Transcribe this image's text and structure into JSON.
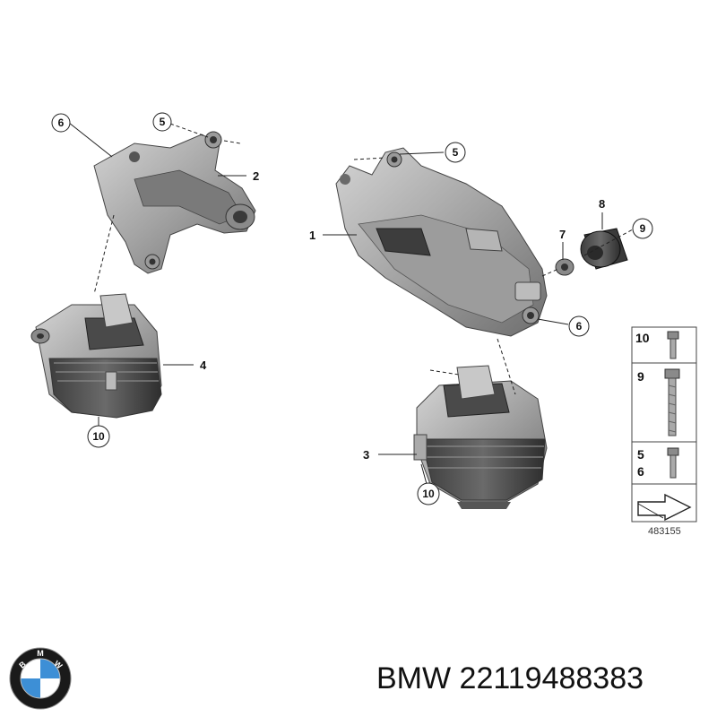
{
  "callouts": {
    "c6a": "6",
    "c5a": "5",
    "c2": "2",
    "c10a": "10",
    "c4": "4",
    "c5b": "5",
    "c1": "1",
    "c8": "8",
    "c7": "7",
    "c9": "9",
    "c6b": "6",
    "c3": "3",
    "c10b": "10"
  },
  "key_panel": {
    "row1": "10",
    "row2": "9",
    "row3a": "5",
    "row3b": "6"
  },
  "reference_number": "483155",
  "brand": {
    "name": "BMW",
    "part_number": "22119488383",
    "logo_letters": [
      "B",
      "M",
      "W"
    ],
    "logo_colors": {
      "blue": "#3d8fd6",
      "white": "#ffffff",
      "ring": "#1a1a1a"
    }
  },
  "colors": {
    "part_fill": "#a6a6a6",
    "part_dark": "#5c5c5c",
    "part_light": "#d2d2d2",
    "line": "#222222"
  }
}
